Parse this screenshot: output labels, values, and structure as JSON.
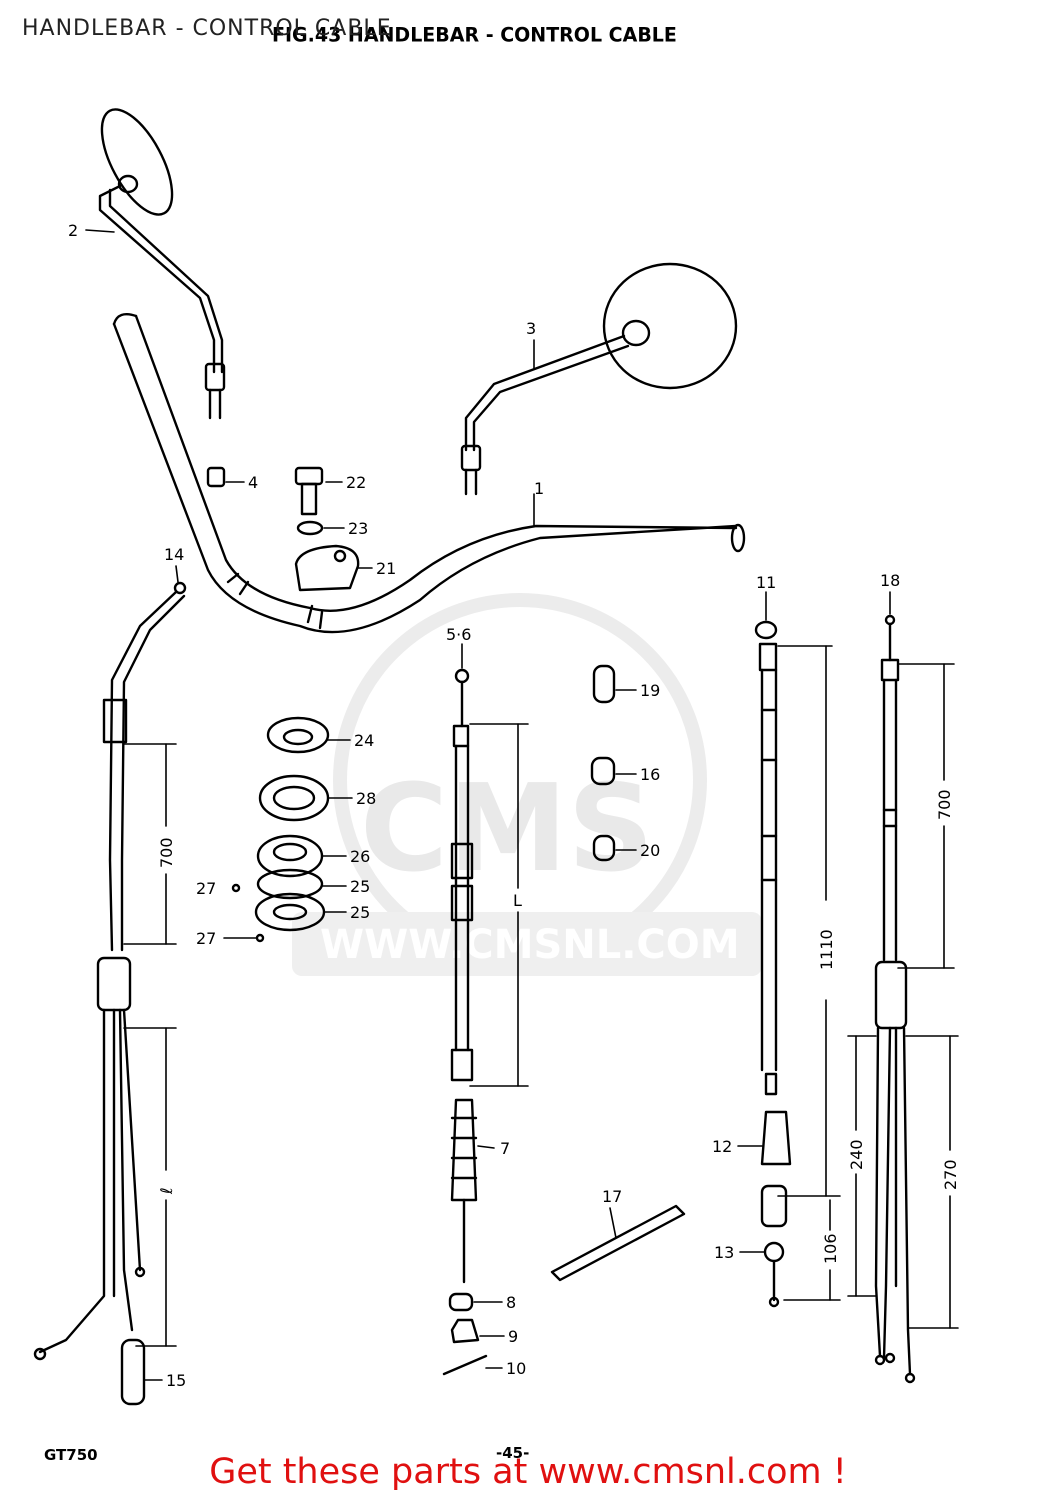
{
  "header": {
    "overlay_title": "HANDLEBAR - CONTROL CABLE",
    "figure_title": "FIG.43  HANDLEBAR - CONTROL CABLE"
  },
  "footer": {
    "model": "GT750",
    "page_number": "-45-",
    "link_text": "Get these parts at www.cmsnl.com !"
  },
  "watermark": {
    "brand": "CMS",
    "url": "WWW.CMSNL.COM"
  },
  "callouts": {
    "c1": "1",
    "c2": "2",
    "c3": "3",
    "c4": "4",
    "c5_6": "5·6",
    "c7": "7",
    "c8": "8",
    "c9": "9",
    "c10": "10",
    "c11": "11",
    "c12": "12",
    "c13": "13",
    "c14": "14",
    "c15": "15",
    "c16": "16",
    "c17": "17",
    "c18": "18",
    "c19": "19",
    "c20": "20",
    "c21": "21",
    "c22": "22",
    "c23": "23",
    "c24": "24",
    "c25a": "25",
    "c25b": "25",
    "c26": "26",
    "c27a": "27",
    "c27b": "27",
    "c28": "28"
  },
  "dimensions": {
    "left_cable_700": "700",
    "left_cable_l": "ℓ",
    "clutch_cable_l": "L",
    "cable11_1110": "1110",
    "cable11_106": "106",
    "cable18_700": "700",
    "cable18_240": "240",
    "cable18_270": "270"
  },
  "colors": {
    "line": "#000000",
    "footer_link": "#e01010",
    "watermark": "#e9e9e9"
  }
}
